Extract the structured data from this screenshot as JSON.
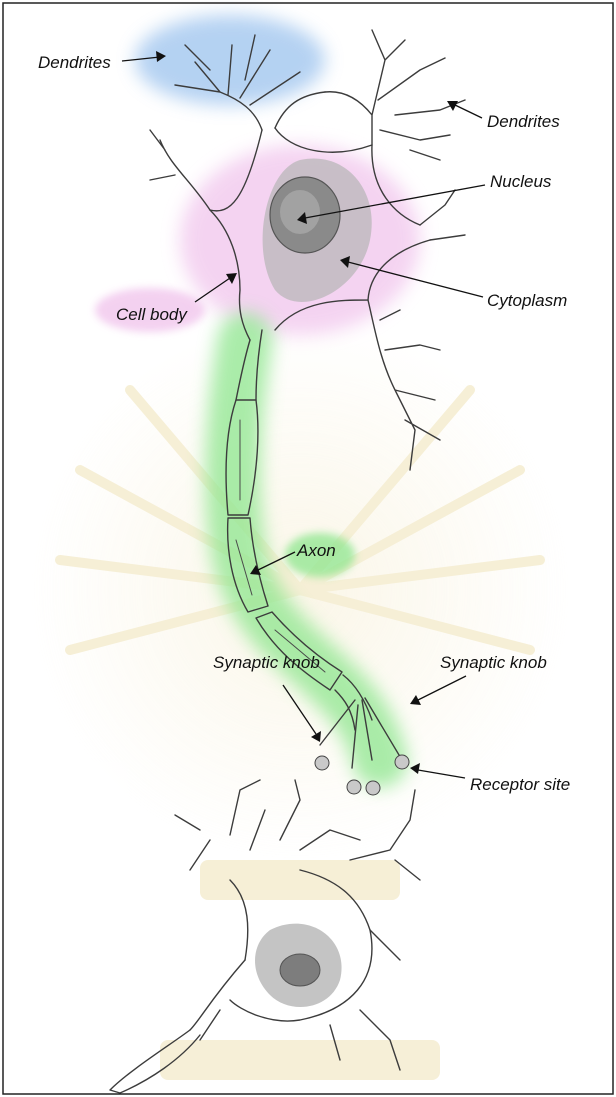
{
  "labels": {
    "dendrites_top_left": "Dendrites",
    "dendrites_right": "Dendrites",
    "nucleus": "Nucleus",
    "cell_body": "Cell body",
    "cytoplasm": "Cytoplasm",
    "axon": "Axon",
    "synaptic_knob_left": "Synaptic knob",
    "synaptic_knob_right": "Synaptic knob",
    "receptor_site": "Receptor site"
  },
  "colors": {
    "dendrite_highlight": "#9cc3ee",
    "cell_body_highlight": "#f2c9ee",
    "axon_highlight": "#8ee68e",
    "nucleus_fill": "#8a8a8a",
    "watermark": "#f3e6b8"
  }
}
